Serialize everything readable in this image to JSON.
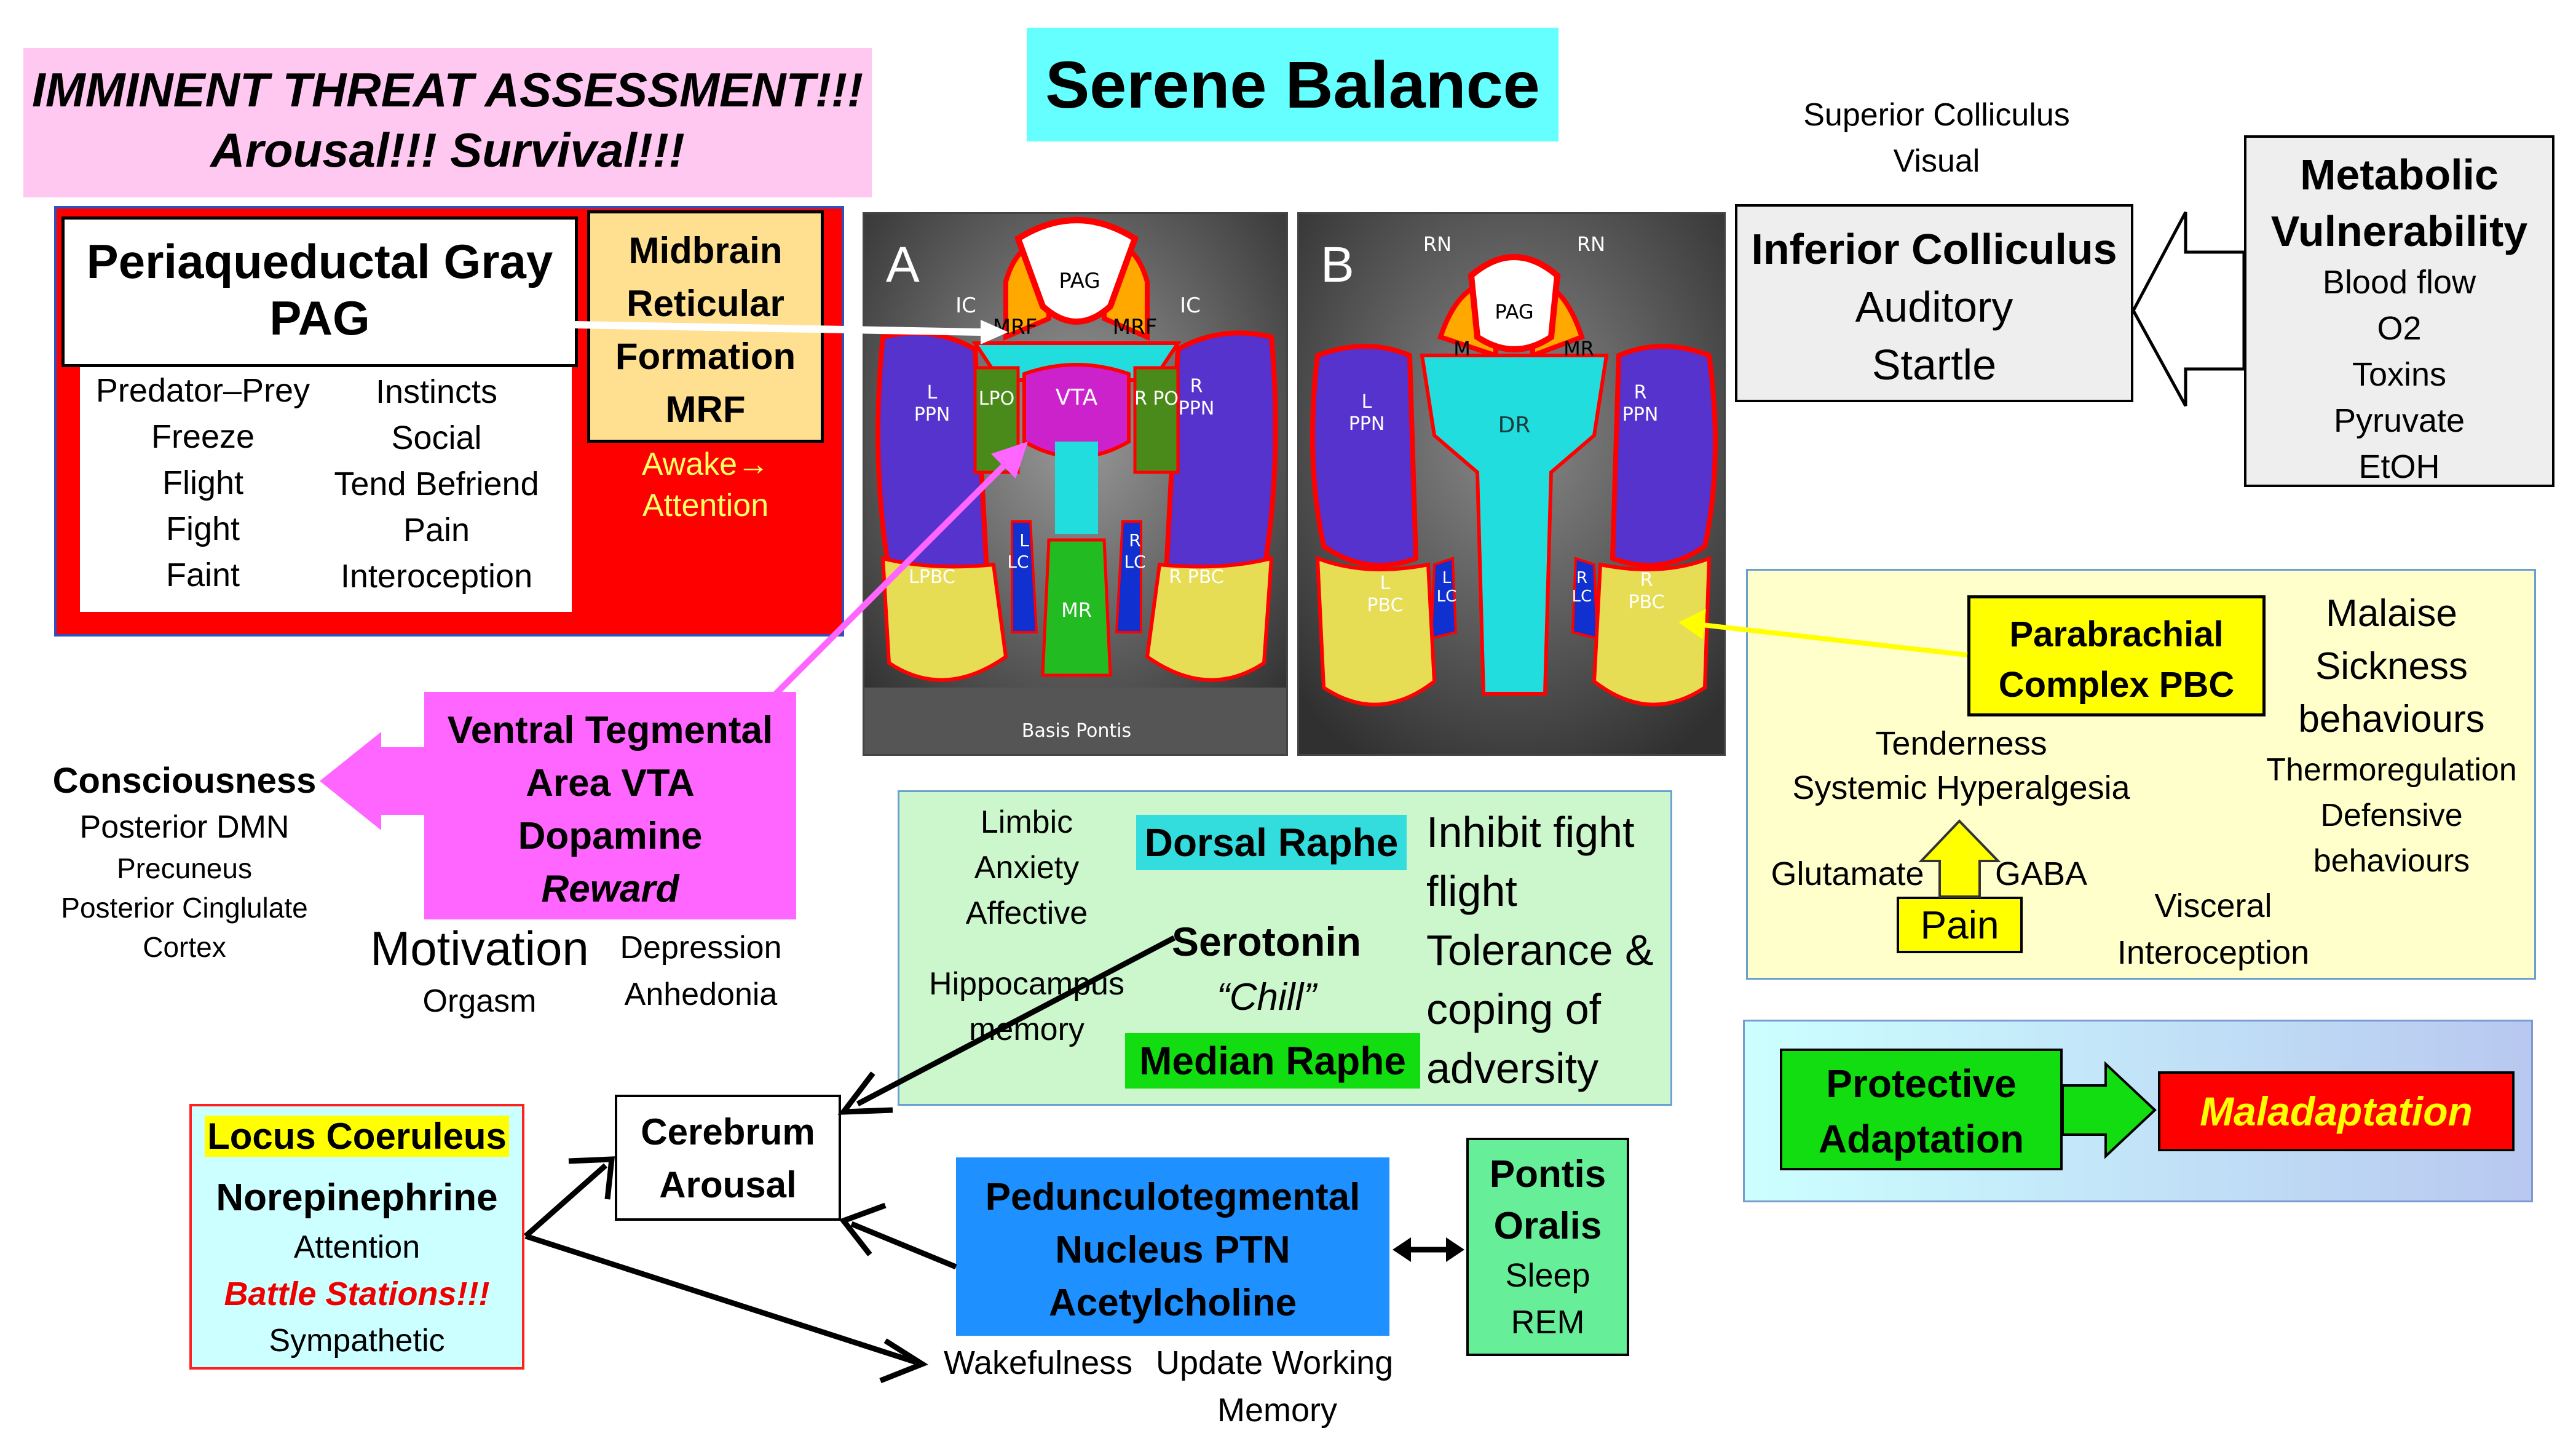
{
  "threat_banner": {
    "line1": "IMMINENT THREAT ASSESSMENT!!!",
    "line2": "Arousal!!! Survival!!!"
  },
  "title": "Serene Balance",
  "pag": {
    "title_line1": "Periaqueductal Gray",
    "title_line2": "PAG",
    "left_items": [
      "Predator–Prey",
      "Freeze",
      "Flight",
      "Fight",
      "Faint"
    ],
    "right_items": [
      "Instincts",
      "Social",
      "Tend Befriend",
      "Pain",
      "Interoception"
    ]
  },
  "mrf": {
    "lines": [
      "Midbrain",
      "Reticular",
      "Formation",
      "MRF"
    ],
    "awake": "Awake",
    "attention": "Attention"
  },
  "panel_a": {
    "letter": "A",
    "labels": {
      "pag": "PAG",
      "ic_left": "IC",
      "ic_right": "IC",
      "mrf_left": "MRF",
      "mrf_right": "MRF",
      "vta": "VTA",
      "lppn": "L\nPPN",
      "lpo": "LPO",
      "rpo": "R PO",
      "rppn": "R\nPPN",
      "llc": "L\nLC",
      "rlc": "R\nLC",
      "lpbc": "LPBC",
      "rpbc": "R PBC",
      "mr": "MR",
      "basis": "Basis Pontis"
    }
  },
  "panel_b": {
    "letter": "B",
    "labels": {
      "rn_left": "RN",
      "rn_right": "RN",
      "pag": "PAG",
      "mrf_left": "M",
      "mrf_right": "MR",
      "dr": "DR",
      "lppn": "L\nPPN",
      "rppn": "R\nPPN",
      "llc": "L\nLC",
      "rlc": "R\nLC",
      "lpbc": "L\nPBC",
      "rpbc": "R\nPBC"
    }
  },
  "superior_colliculus": {
    "line1": "Superior Colliculus",
    "line2": "Visual"
  },
  "inferior_colliculus": {
    "line1": "Inferior Colliculus",
    "line2": "Auditory",
    "line3": "Startle"
  },
  "metabolic": {
    "title1": "Metabolic",
    "title2": "Vulnerability",
    "items": [
      "Blood flow",
      "O2",
      "Toxins",
      "Pyruvate",
      "EtOH"
    ]
  },
  "vta": {
    "lines": [
      "Ventral Tegmental",
      "Area VTA",
      "Dopamine"
    ],
    "reward": "Reward"
  },
  "consciousness": {
    "title": "Consciousness",
    "items": [
      "Posterior DMN",
      "Precuneus",
      "Posterior Cinglulate",
      "Cortex"
    ]
  },
  "motivation": {
    "title": "Motivation",
    "orgasm": "Orgasm",
    "depression": "Depression",
    "anhedonia": "Anhedonia"
  },
  "raphe": {
    "limbic": [
      "Limbic",
      "Anxiety",
      "Affective"
    ],
    "dorsal": "Dorsal Raphe",
    "serotonin": "Serotonin",
    "chill": "“Chill”",
    "hippocampus": [
      "Hippocampus",
      "memory"
    ],
    "median": "Median Raphe",
    "inhibit": [
      "Inhibit fight",
      "flight",
      "Tolerance &",
      "coping of",
      "adversity"
    ]
  },
  "pbc": {
    "title_line1": "Parabrachial",
    "title_line2": "Complex PBC",
    "malaise": [
      "Malaise",
      "Sickness",
      "behaviours"
    ],
    "thermo": [
      "Thermoregulation",
      "Defensive",
      "behaviours"
    ],
    "tenderness": "Tenderness",
    "hyperalgesia": "Systemic Hyperalgesia",
    "glutamate": "Glutamate",
    "gaba": "GABA",
    "pain": "Pain",
    "visceral": "Visceral",
    "interoception": "Interoception"
  },
  "adaptation": {
    "protective_line1": "Protective",
    "protective_line2": "Adaptation",
    "maladaptation": "Maladaptation"
  },
  "locus": {
    "title": "Locus Coeruleus",
    "neuro": "Norepinephrine",
    "attention": "Attention",
    "battle": "Battle Stations!!!",
    "sympathetic": "Sympathetic"
  },
  "cerebrum": {
    "line1": "Cerebrum",
    "line2": "Arousal"
  },
  "ptn": {
    "lines": [
      "Pedunculotegmental",
      "Nucleus PTN",
      "Acetylcholine"
    ]
  },
  "pontis": {
    "line1": "Pontis",
    "line2": "Oralis",
    "sleep": "Sleep",
    "rem": "REM"
  },
  "wakefulness": {
    "wake": "Wakefulness",
    "update": "Update Working",
    "memory": "Memory"
  },
  "colors": {
    "red": "#ff0000",
    "pink_banner": "#ffc8f0",
    "cyan": "#66ffff",
    "tan": "#ffe090",
    "magenta": "#ff66ff",
    "light_green": "#ccf7cc",
    "yellow_panel": "#ffffcc",
    "yellow": "#ffff00",
    "green": "#00ee00",
    "blue": "#1e90ff",
    "mint": "#66ee99",
    "light_cyan": "#ccffff",
    "gray": "#eeeeee"
  }
}
